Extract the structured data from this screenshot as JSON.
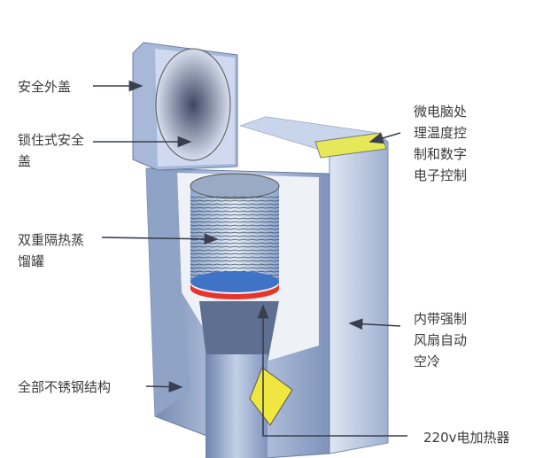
{
  "labels": {
    "outer_lid": "安全外盖",
    "locking_lid": "锁住式安全\n盖",
    "distill_tank": "双重隔热蒸\n馏罐",
    "stainless": "全部不锈钢结构",
    "controller": "微电脑处\n理温度控\n制和数字\n电子控制",
    "fan": "内带强制\n风扇自动\n空冷",
    "heater": "220v电加热器"
  },
  "colors": {
    "steel": "#8fa3c7",
    "steel_light": "#c9d6ea",
    "panel": "#e6e85a",
    "heat": "#e8342a",
    "arrow": "#3a3f4f"
  }
}
